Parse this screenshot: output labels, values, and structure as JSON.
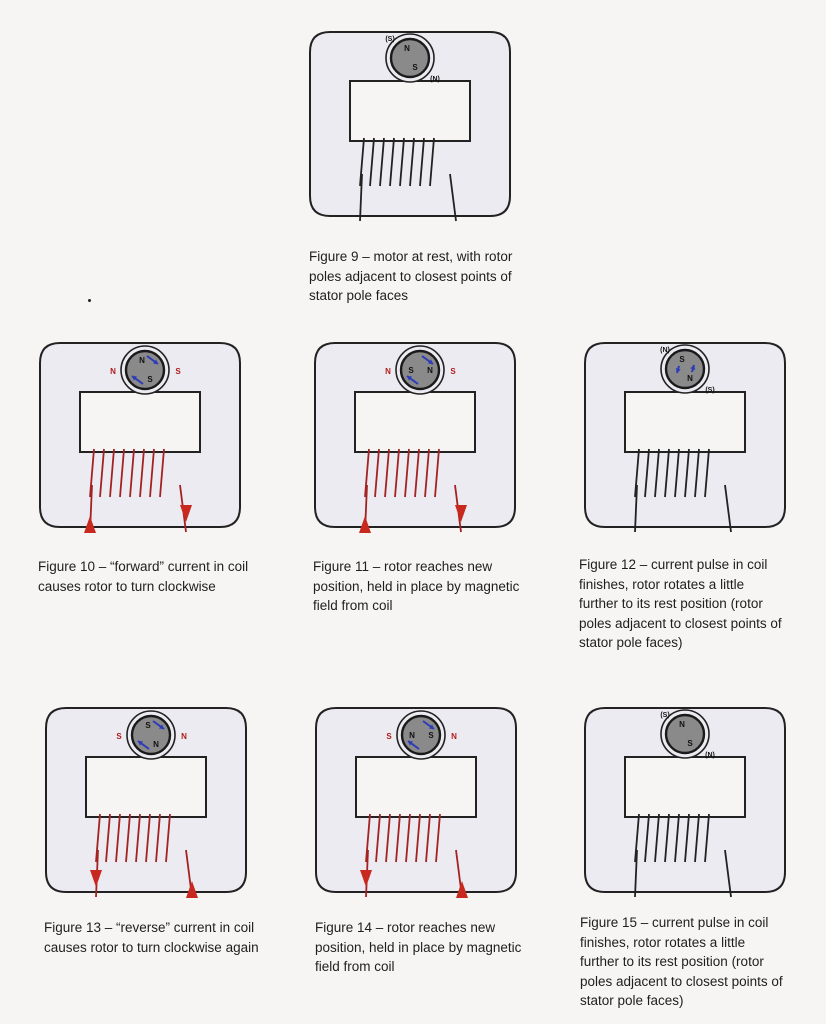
{
  "figures": [
    {
      "id": "fig9",
      "mode": "rest",
      "current": "none",
      "pole_labels": {
        "left": "",
        "right": ""
      },
      "rotor": {
        "top": "N",
        "bottom": "S"
      },
      "rest_labels": {
        "top": "(S)",
        "bottom": "(N)"
      },
      "caption": "Figure 9 – motor at rest, with rotor\npoles adjacent to closest points of\nstator pole faces"
    },
    {
      "id": "fig10",
      "mode": "side",
      "current": "forward",
      "pole_labels": {
        "left": "N",
        "right": "S"
      },
      "rotor": {
        "left": "",
        "right": "",
        "top": "N",
        "bottom": "S"
      },
      "rest_labels": {
        "top": "",
        "bottom": ""
      },
      "caption": "Figure 10 – “forward” current in coil\ncauses rotor to turn clockwise"
    },
    {
      "id": "fig11",
      "mode": "side",
      "current": "forward",
      "pole_labels": {
        "left": "N",
        "right": "S"
      },
      "rotor": {
        "left": "S",
        "right": "N",
        "top": "",
        "bottom": ""
      },
      "rest_labels": {
        "top": "",
        "bottom": ""
      },
      "caption": "Figure 11 – rotor reaches new\nposition, held in place by magnetic\nfield from coil"
    },
    {
      "id": "fig12",
      "mode": "rest",
      "current": "none",
      "pole_labels": {
        "left": "",
        "right": ""
      },
      "rotor": {
        "top": "S",
        "bottom": "N"
      },
      "rest_labels": {
        "top": "(N)",
        "bottom": "(S)"
      },
      "caption": "Figure 12 – current pulse in coil\nfinishes, rotor rotates a little\nfurther to its rest position (rotor\npoles adjacent to closest points of\nstator pole faces)"
    },
    {
      "id": "fig13",
      "mode": "side",
      "current": "reverse",
      "pole_labels": {
        "left": "S",
        "right": "N"
      },
      "rotor": {
        "left": "",
        "right": "",
        "top": "S",
        "bottom": "N"
      },
      "rest_labels": {
        "top": "",
        "bottom": ""
      },
      "caption": "Figure 13 – “reverse” current in coil\ncauses rotor to turn clockwise again"
    },
    {
      "id": "fig14",
      "mode": "side",
      "current": "reverse",
      "pole_labels": {
        "left": "S",
        "right": "N"
      },
      "rotor": {
        "left": "N",
        "right": "S",
        "top": "",
        "bottom": ""
      },
      "rest_labels": {
        "top": "",
        "bottom": ""
      },
      "caption": "Figure 14 – rotor reaches new\nposition, held in place by magnetic\nfield from coil"
    },
    {
      "id": "fig15",
      "mode": "rest",
      "current": "none",
      "pole_labels": {
        "left": "",
        "right": ""
      },
      "rotor": {
        "top": "N",
        "bottom": "S"
      },
      "rest_labels": {
        "top": "(S)",
        "bottom": "(N)"
      },
      "caption": "Figure 15 – current pulse in coil\nfinishes, rotor rotates a little\nfurther to its rest position (rotor\npoles adjacent to closest points of\nstator pole faces)"
    }
  ],
  "colors": {
    "stator_fill": "#ecebf1",
    "stator_stroke": "#222222",
    "rotor_fill": "#8a8a8a",
    "coil_active": "#a32222",
    "coil_idle": "#222222",
    "arrow": "#c8281e",
    "rotor_arrow": "#2d3bb8",
    "page": "#f6f5f4"
  },
  "icons": {
    "current_in": "red-triangle-up",
    "current_out": "red-triangle-down",
    "rotor_rotation": "blue-curved-arrow"
  }
}
